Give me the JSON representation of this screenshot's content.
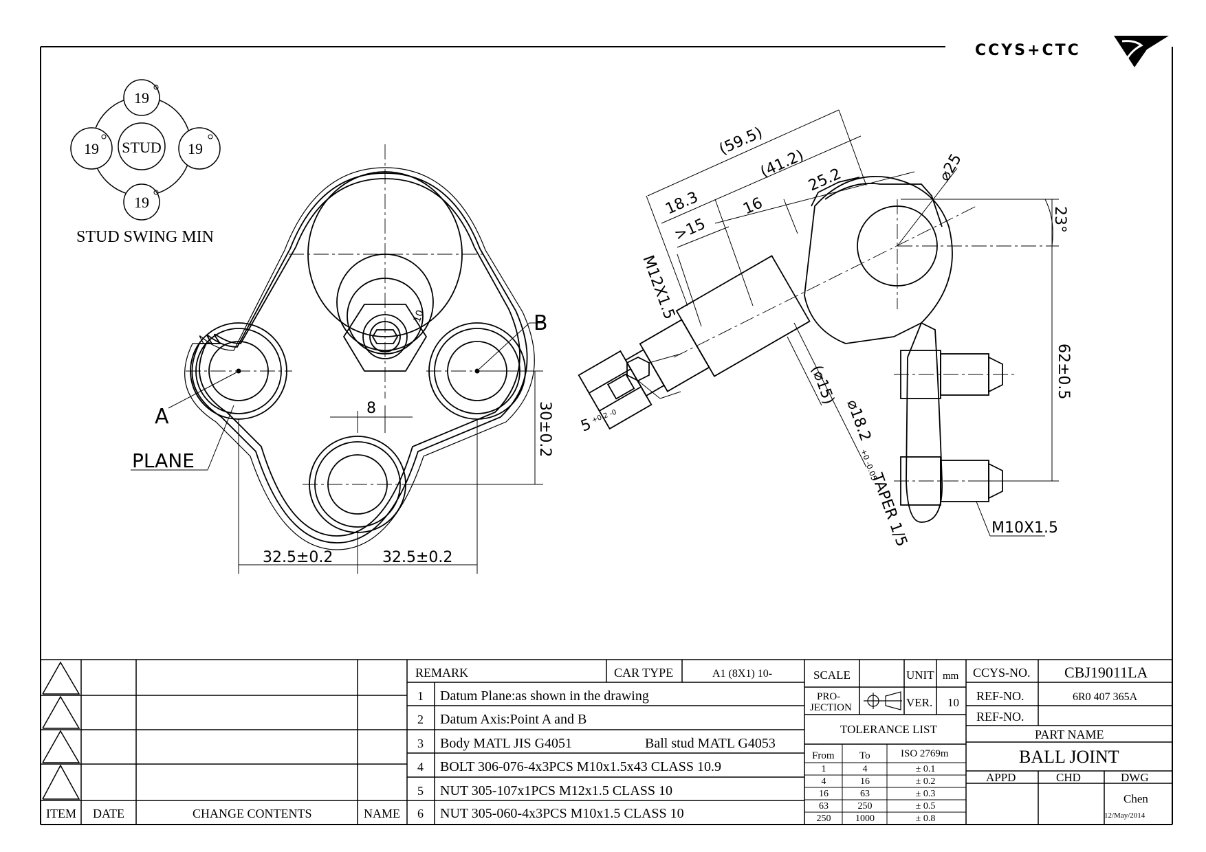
{
  "logo_text": "CCYS+CTC",
  "stud_swing": {
    "title": "STUD SWING MIN",
    "center": "STUD",
    "top": "19",
    "left": "19",
    "right": "19",
    "bottom": "19"
  },
  "front_view": {
    "point_a": "A",
    "point_b": "B",
    "plane": "PLANE",
    "dim_offset": "8",
    "dim_height": "30±0.2",
    "dim_left": "32.5±0.2",
    "dim_right": "32.5±0.2",
    "hex_size": "10"
  },
  "side_view": {
    "dim_59": "(59.5)",
    "dim_41": "(41.2)",
    "dim_25": "25.2",
    "dim_18": "18.3",
    "dim_16": "16",
    "dim_15gt": ">15",
    "thread_stud": "M12X1.5",
    "dia_ball": "⌀25",
    "angle": "23°",
    "dim_62": "62±0.5",
    "dia_15": "(⌀15)",
    "dia_18": "⌀18.2",
    "dia_18_tol": "+0 -0.05",
    "taper": "TAPER 1/5",
    "hex_dim": "5",
    "hex_tol": "+0.2 -0",
    "thread_bolt": "M10X1.5"
  },
  "revisions": {
    "headers": {
      "item": "ITEM",
      "date": "DATE",
      "change": "CHANGE CONTENTS",
      "name": "NAME"
    }
  },
  "remarks": {
    "header": "REMARK",
    "car_type_label": "CAR TYPE",
    "car_type_value": "A1 (8X1) 10-",
    "rows": [
      {
        "no": "1",
        "text": "Datum Plane:as shown in the drawing"
      },
      {
        "no": "2",
        "text": "Datum Axis:Point A and B"
      },
      {
        "no": "3",
        "text": "Body MATL JIS G4051",
        "text2": "Ball stud MATL G4053"
      },
      {
        "no": "4",
        "text": "BOLT 306-076-4x3PCS M10x1.5x43 CLASS 10.9"
      },
      {
        "no": "5",
        "text": "NUT 305-107x1PCS M12x1.5 CLASS 10"
      },
      {
        "no": "6",
        "text": "NUT 305-060-4x3PCS M10x1.5 CLASS 10"
      }
    ]
  },
  "spec": {
    "scale_label": "SCALE",
    "unit_label": "UNIT",
    "unit_value": "mm",
    "projection_label_1": "PRO-",
    "projection_label_2": "JECTION",
    "ver_label": "VER.",
    "ver_value": "10",
    "tolerance_title": "TOLERANCE LIST",
    "tol_from": "From",
    "tol_to": "To",
    "tol_std": "ISO 2769m",
    "tolerance_rows": [
      {
        "from": "1",
        "to": "4",
        "tol": "± 0.1"
      },
      {
        "from": "4",
        "to": "16",
        "tol": "± 0.2"
      },
      {
        "from": "16",
        "to": "63",
        "tol": "± 0.3"
      },
      {
        "from": "63",
        "to": "250",
        "tol": "± 0.5"
      },
      {
        "from": "250",
        "to": "1000",
        "tol": "± 0.8"
      }
    ]
  },
  "title_block": {
    "ccys_label": "CCYS-NO.",
    "ccys_value": "CBJ19011LA",
    "ref_label": "REF-NO.",
    "ref_value": "6R0 407 365A",
    "ref2_label": "REF-NO.",
    "part_name_label": "PART NAME",
    "part_name": "BALL JOINT",
    "appd": "APPD",
    "chd": "CHD",
    "dwg": "DWG",
    "drawer": "Chen",
    "date": "12/May/2014"
  }
}
